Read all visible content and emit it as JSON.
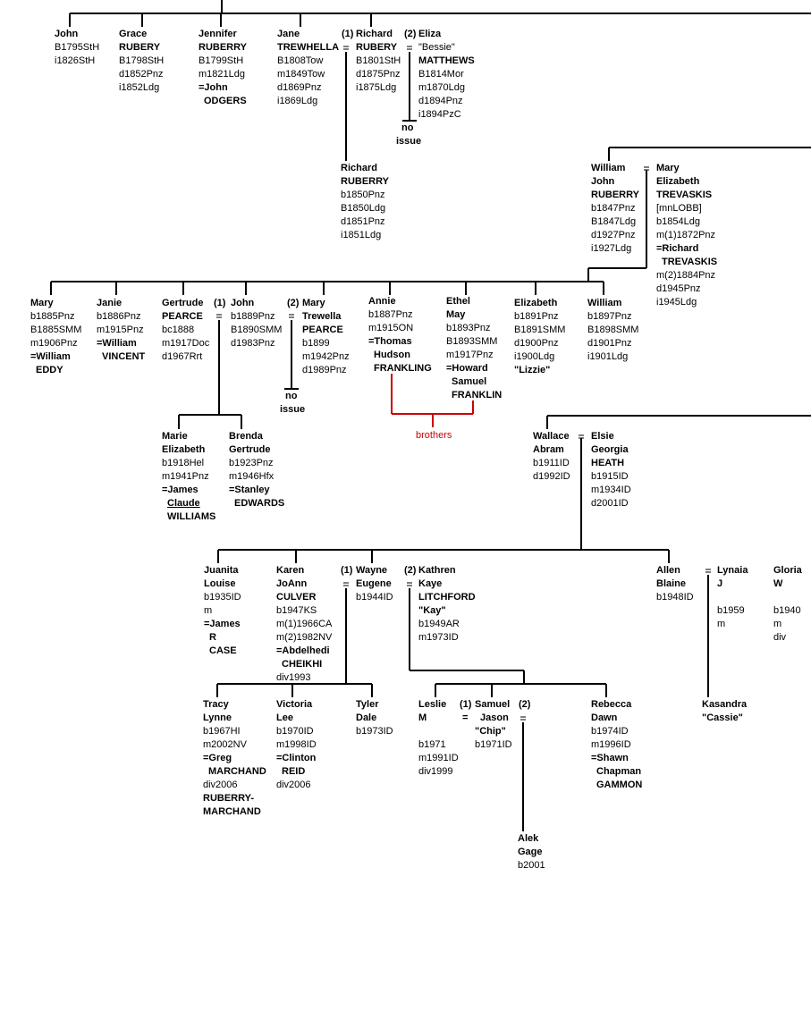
{
  "people": {
    "john": [
      "John",
      "B1795StH",
      "i1826StH"
    ],
    "grace": [
      "Grace",
      "RUBERY",
      "B1798StH",
      "d1852Pnz",
      "i1852Ldg"
    ],
    "jennifer": [
      "Jennifer",
      "RUBERRY",
      "B1799StH",
      "m1821Ldg",
      "=John",
      "ODGERS"
    ],
    "jane": [
      "Jane",
      "TREWHELLA",
      "B1808Tow",
      "m1849Tow",
      "d1869Pnz",
      "i1869Ldg"
    ],
    "richard_sr": [
      "Richard",
      "RUBERY",
      "B1801StH",
      "d1875Pnz",
      "i1875Ldg"
    ],
    "eliza": [
      "Eliza",
      "\"Bessie\"",
      "MATTHEWS",
      "B1814Mor",
      "m1870Ldg",
      "d1894Pnz",
      "i1894PzC"
    ],
    "no_issue_1": [
      "no",
      "issue"
    ],
    "richard_jr": [
      "Richard",
      "RUBERRY",
      "b1850Pnz",
      "B1850Ldg",
      "d1851Pnz",
      "i1851Ldg"
    ],
    "william_john": [
      "William",
      "John",
      "RUBERRY",
      "b1847Pnz",
      "B1847Ldg",
      "d1927Pnz",
      "i1927Ldg"
    ],
    "mary_elizabeth": [
      "Mary",
      "Elizabeth",
      "TREVASKIS",
      "[mnLOBB]",
      "b1854Ldg",
      "m(1)1872Pnz",
      "=Richard",
      "TREVASKIS",
      "m(2)1884Pnz",
      "d1945Pnz",
      "i1945Ldg"
    ],
    "mary": [
      "Mary",
      "b1885Pnz",
      "B1885SMM",
      "m1906Pnz",
      "=William",
      "EDDY"
    ],
    "janie": [
      "Janie",
      "b1886Pnz",
      "m1915Pnz",
      "=William",
      "VINCENT"
    ],
    "gertrude": [
      "Gertrude",
      "PEARCE",
      "bc1888",
      "m1917Doc",
      "d1967Rrt"
    ],
    "john2": [
      "John",
      "b1889Pnz",
      "B1890SMM",
      "d1983Pnz"
    ],
    "mary_trewella": [
      "Mary",
      "Trewella",
      "PEARCE",
      "b1899",
      "m1942Pnz",
      "d1989Pnz"
    ],
    "no_issue_2": [
      "no",
      "issue"
    ],
    "annie": [
      "Annie",
      "b1887Pnz",
      "m1915ON",
      "=Thomas",
      "Hudson",
      "FRANKLING"
    ],
    "ethel": [
      "Ethel",
      "May",
      "b1893Pnz",
      "B1893SMM",
      "m1917Pnz",
      "=Howard",
      "Samuel",
      "FRANKLIN"
    ],
    "elizabeth": [
      "Elizabeth",
      "b1891Pnz",
      "B1891SMM",
      "d1900Pnz",
      "i1900Ldg",
      "\"Lizzie\""
    ],
    "william2": [
      "William",
      "b1897Pnz",
      "B1898SMM",
      "d1901Pnz",
      "i1901Ldg"
    ],
    "marie": [
      "Marie",
      "Elizabeth",
      "b1918Hel",
      "m1941Pnz",
      "=James",
      "Claude",
      "WILLIAMS"
    ],
    "brenda": [
      "Brenda",
      "Gertrude",
      "b1923Pnz",
      "m1946Hfx",
      "=Stanley",
      "EDWARDS"
    ],
    "wallace": [
      "Wallace",
      "Abram",
      "b1911ID",
      "d1992ID"
    ],
    "elsie": [
      "Elsie",
      "Georgia",
      "HEATH",
      "b1915ID",
      "m1934ID",
      "d2001ID"
    ],
    "juanita": [
      "Juanita",
      "Louise",
      "b1935ID",
      "m",
      "=James",
      "R",
      "CASE"
    ],
    "karen": [
      "Karen",
      "JoAnn",
      "CULVER",
      "b1947KS",
      "m(1)1966CA",
      "m(2)1982NV",
      "=Abdelhedi",
      "CHEIKHI",
      "div1993"
    ],
    "wayne": [
      "Wayne",
      "Eugene",
      "b1944ID"
    ],
    "kathren": [
      "Kathren",
      "Kaye",
      "LITCHFORD",
      "\"Kay\"",
      "b1949AR",
      "m1973ID"
    ],
    "allen": [
      "Allen",
      "Blaine",
      "b1948ID"
    ],
    "lynaia": [
      "Lynaia",
      "J",
      "",
      "b1959",
      "m"
    ],
    "gloria": [
      "Gloria",
      "W",
      "",
      "b1940",
      "m",
      "div"
    ],
    "tracy": [
      "Tracy",
      "Lynne",
      "b1967HI",
      "m2002NV",
      "=Greg",
      "MARCHAND",
      "div2006",
      "RUBERRY-",
      "MARCHAND"
    ],
    "victoria": [
      "Victoria",
      "Lee",
      "b1970ID",
      "m1998ID",
      "=Clinton",
      "REID",
      "div2006"
    ],
    "tyler": [
      "Tyler",
      "Dale",
      "b1973ID"
    ],
    "leslie": [
      "Leslie",
      "M",
      "",
      "b1971",
      "m1991ID",
      "div1999"
    ],
    "samuel": [
      "Samuel",
      "Jason",
      "\"Chip\"",
      "b1971ID"
    ],
    "rebecca": [
      "Rebecca",
      "Dawn",
      "b1974ID",
      "m1996ID",
      "=Shawn",
      "Chapman",
      "GAMMON"
    ],
    "kasandra": [
      "Kasandra",
      "\"Cassie\""
    ],
    "alek": [
      "Alek",
      "Gage",
      "b2001"
    ]
  },
  "markers": {
    "m1": "(1)",
    "m2": "(2)",
    "m3": "(1)",
    "m4": "(2)",
    "m5": "(1)",
    "m6": "(2)",
    "m7": "(1)",
    "m8": "(2)"
  },
  "annotation": {
    "label": "brothers",
    "color": "#cc0000"
  },
  "colors": {
    "line": "#000000",
    "annotation": "#cc0000",
    "background": "#ffffff"
  }
}
